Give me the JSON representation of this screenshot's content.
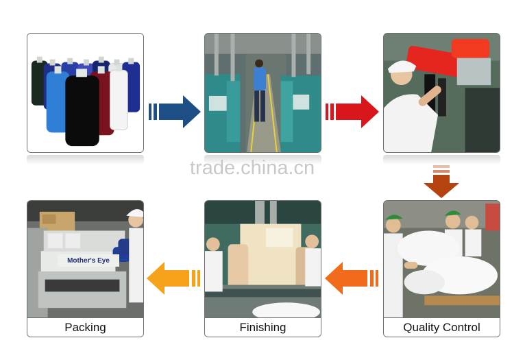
{
  "watermark": "trade.china.cn",
  "machine_label": "Mother's Eye",
  "steps": [
    {
      "id": "yarn",
      "label": ""
    },
    {
      "id": "knitting",
      "label": ""
    },
    {
      "id": "sewing",
      "label": ""
    },
    {
      "id": "quality_control",
      "label": "Quality Control"
    },
    {
      "id": "finishing",
      "label": "Finishing"
    },
    {
      "id": "packing",
      "label": "Packing"
    }
  ],
  "arrow_colors": {
    "yarn_to_knitting": "#1d4f86",
    "knitting_to_sewing": "#d8161c",
    "sewing_to_qc": "#b4430f",
    "qc_to_finishing": "#f26a1b",
    "finishing_to_packing": "#f7a21b"
  }
}
